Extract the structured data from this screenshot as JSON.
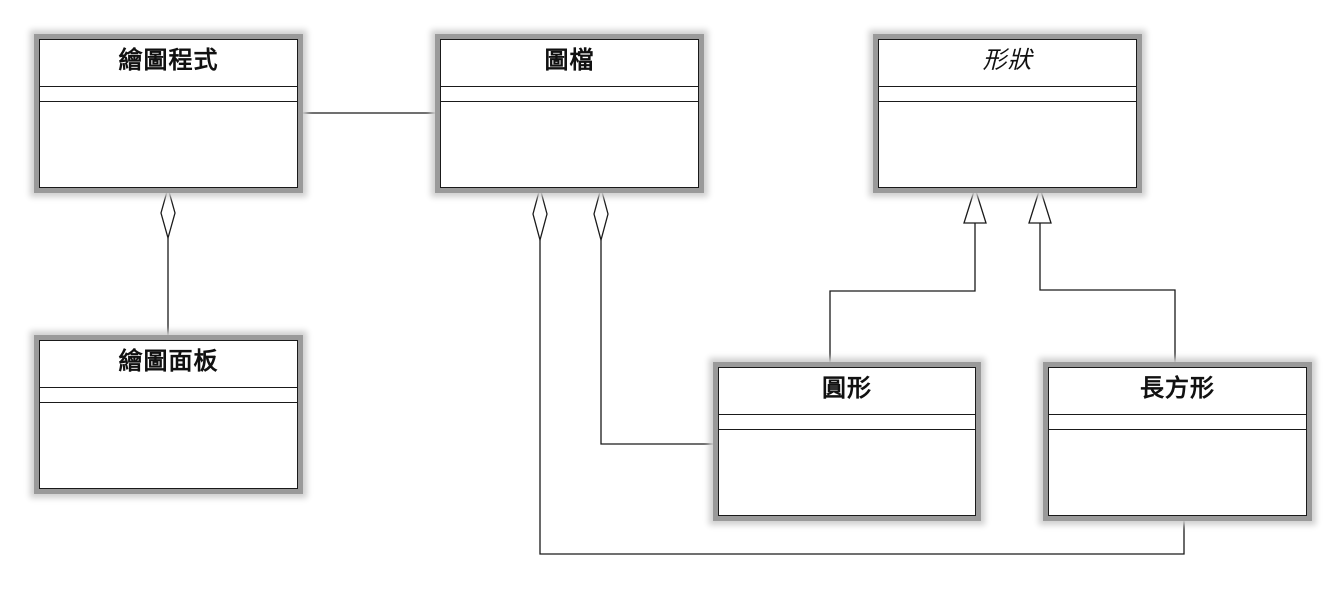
{
  "classes": {
    "drawing_program": {
      "name": "繪圖程式"
    },
    "drawing_file": {
      "name": "圖檔"
    },
    "shape": {
      "name": "形狀",
      "abstract": true
    },
    "drawing_panel": {
      "name": "繪圖面板"
    },
    "circle": {
      "name": "圓形"
    },
    "rectangle": {
      "name": "長方形"
    }
  },
  "relationships": [
    {
      "kind": "association",
      "from": "drawing_program",
      "to": "drawing_file"
    },
    {
      "kind": "aggregation",
      "whole": "drawing_program",
      "part": "drawing_panel"
    },
    {
      "kind": "aggregation",
      "whole": "drawing_file",
      "part": "circle"
    },
    {
      "kind": "aggregation",
      "whole": "drawing_file",
      "part": "rectangle"
    },
    {
      "kind": "generalization",
      "parent": "shape",
      "child": "circle"
    },
    {
      "kind": "generalization",
      "parent": "shape",
      "child": "rectangle"
    }
  ]
}
